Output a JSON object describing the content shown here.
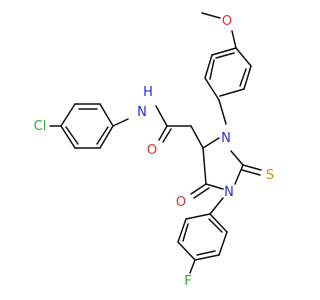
{
  "molecule": {
    "atoms": [
      {
        "id": "Cl",
        "symbol": "Cl",
        "color": "#3aa63a"
      },
      {
        "id": "NH",
        "symbol": "N",
        "hcount_label": "H",
        "color": "#2828e6"
      },
      {
        "id": "O_amide",
        "symbol": "O",
        "color": "#e03030"
      },
      {
        "id": "N3",
        "symbol": "N",
        "color": "#2828e6"
      },
      {
        "id": "O_methoxy",
        "symbol": "O",
        "color": "#e03030"
      },
      {
        "id": "O_ring",
        "symbol": "O",
        "color": "#e03030"
      },
      {
        "id": "N1",
        "symbol": "N",
        "color": "#2828e6"
      },
      {
        "id": "S",
        "symbol": "S",
        "color": "#b8a000"
      },
      {
        "id": "F",
        "symbol": "F",
        "color": "#2ea82e"
      }
    ]
  }
}
